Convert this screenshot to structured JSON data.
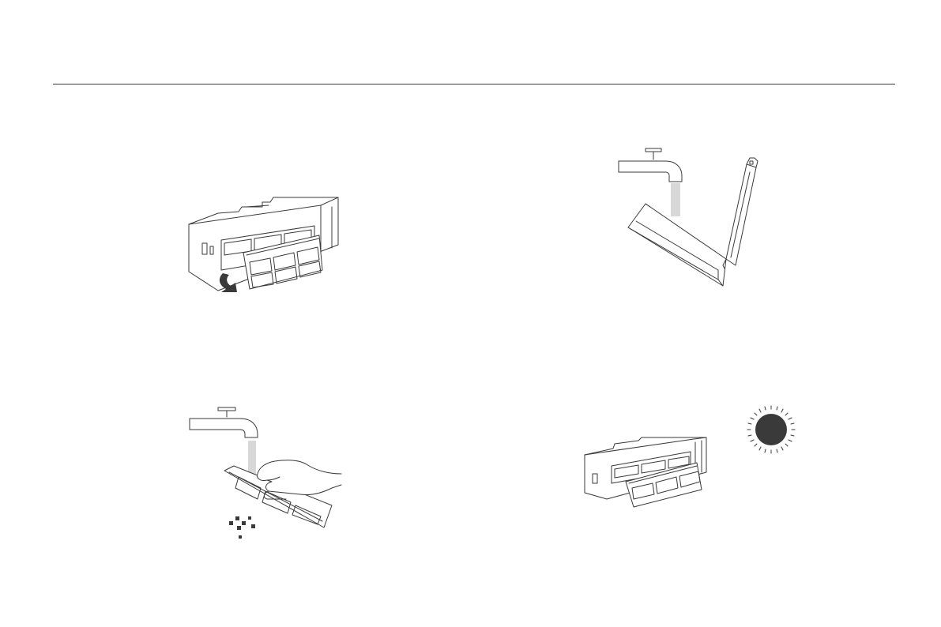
{
  "page": {
    "background": "#ffffff",
    "line_color": "#3a3a3a"
  },
  "illustrations": [
    {
      "id": "remove-filter",
      "icon": "filter-removal-icon"
    },
    {
      "id": "rinse-tank",
      "icon": "faucet-water-tank-icon"
    },
    {
      "id": "rinse-filter",
      "icon": "faucet-hand-filter-icon"
    },
    {
      "id": "dry-reinstall",
      "icon": "sun-drying-filter-icon"
    }
  ]
}
